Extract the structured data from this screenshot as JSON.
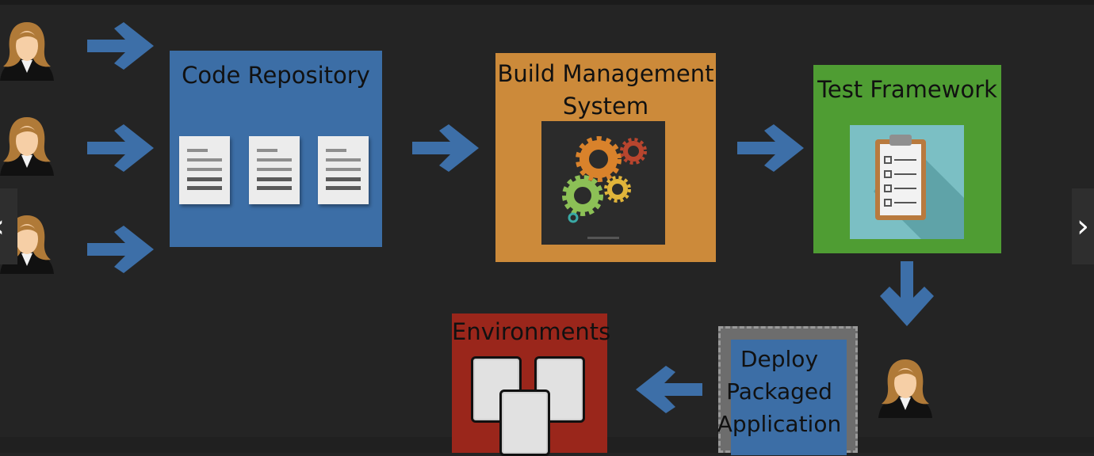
{
  "diagram": {
    "code_repository": "Code Repository",
    "build_management": [
      "Build Management",
      "System"
    ],
    "test_framework": "Test Framework",
    "deploy": [
      "Deploy",
      "Packaged",
      "Application"
    ],
    "environments": "Environments"
  },
  "nav": {
    "prev": "‹",
    "next": "›"
  },
  "colors": {
    "background": "#242424",
    "arrow": "#3d6fa8",
    "repo": "#3c6ea6",
    "build": "#cc8a3a",
    "test": "#4f9d33",
    "env": "#9a261b"
  }
}
